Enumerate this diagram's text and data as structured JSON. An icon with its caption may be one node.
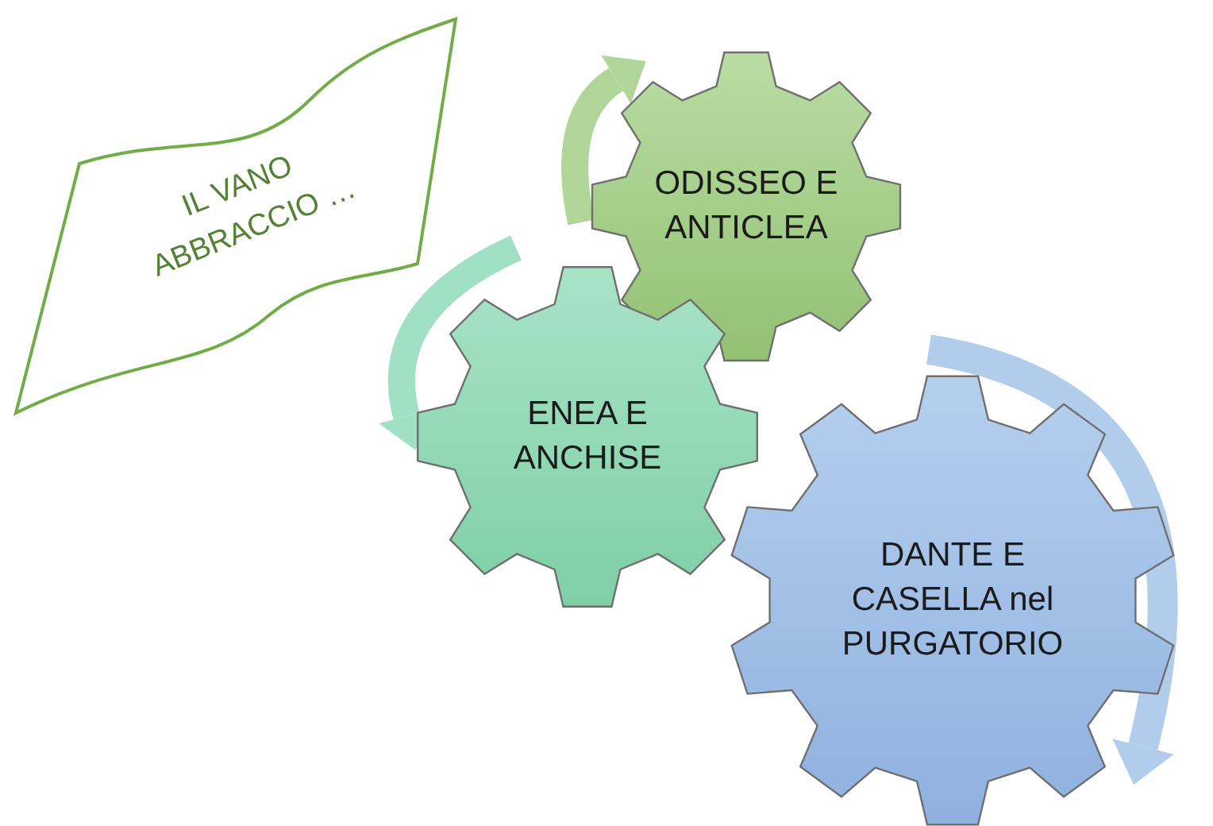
{
  "diagram": {
    "nodes": [
      {
        "text": [
          "IL VANO ABBRACCIO …"
        ]
      },
      {
        "text": [
          "ODISSEO E ANTICLEA"
        ]
      },
      {
        "text": [
          "ENEA E ANCHISE"
        ]
      },
      {
        "text": [
          "DANTE E CASELLA nel PURGATORIO"
        ]
      }
    ]
  }
}
